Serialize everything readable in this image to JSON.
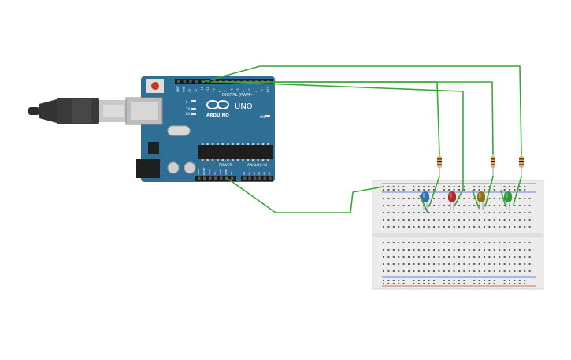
{
  "arduino": {
    "brand": "ARDUINO",
    "model": "UNO",
    "digital_label": "DIGITAL (PWM~)",
    "power_label": "POWER",
    "analog_label": "ANALOG IN",
    "led_labels": [
      "L",
      "TX",
      "RX"
    ],
    "on_label": "ON",
    "header_top_labels": [
      "AREF",
      "GND",
      "13",
      "12",
      "~11",
      "~10",
      "~9",
      "8",
      "7",
      "~6",
      "~5",
      "4",
      "~3",
      "2",
      "TX 1",
      "RX 0"
    ],
    "power_pins": [
      "IOREF",
      "RESET",
      "3.3V",
      "5V",
      "GND",
      "GND",
      "Vin"
    ],
    "analog_pins": [
      "A0",
      "A1",
      "A2",
      "A3",
      "A4",
      "A5"
    ]
  },
  "breadboard": {
    "columns": 30
  },
  "leds": [
    {
      "color_name": "blue",
      "color": "#2f6fb5"
    },
    {
      "color_name": "red",
      "color": "#b22a2a"
    },
    {
      "color_name": "yellow",
      "color": "#8c7410"
    },
    {
      "color_name": "green",
      "color": "#2e9b3a"
    }
  ],
  "colors": {
    "board": "#2f6f95",
    "wire": "#3aa63a",
    "breadboard": "#ececec",
    "rail_red": "#d23b3b",
    "rail_blue": "#3b5fd2"
  }
}
